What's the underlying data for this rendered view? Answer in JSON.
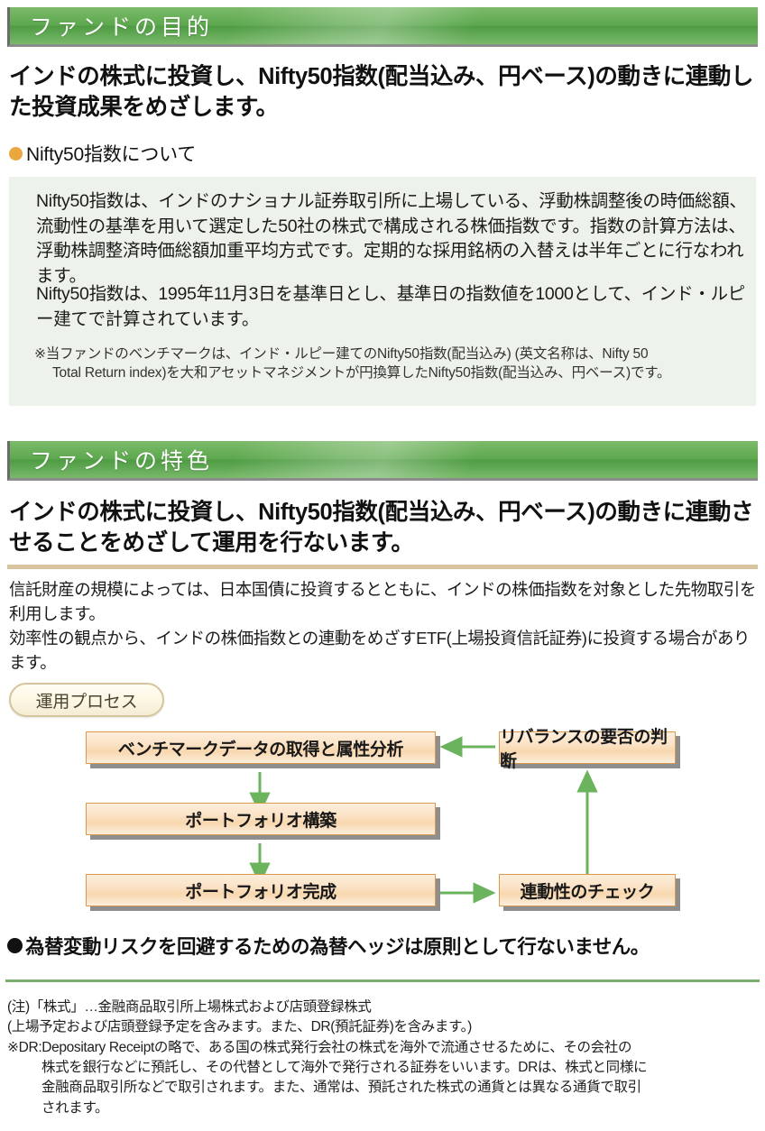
{
  "sections": [
    {
      "header": "ファンドの目的",
      "lead": "インドの株式に投資し、Nifty50指数(配当込み、円ベース)の動きに連動した投資成果をめざします。",
      "subheading": "Nifty50指数について",
      "info_box": {
        "paragraphs": [
          "Nifty50指数は、インドのナショナル証券取引所に上場している、浮動株調整後の時価総額、流動性の基準を用いて選定した50社の株式で構成される株価指数です。指数の計算方法は、浮動株調整済時価総額加重平均方式です。定期的な採用銘柄の入替えは半年ごとに行なわれます。",
          "Nifty50指数は、1995年11月3日を基準日とし、基準日の指数値を1000として、インド・ルピー建てで計算されています。"
        ],
        "note_line1": "※当ファンドのベンチマークは、インド・ルピー建てのNifty50指数(配当込み) (英文名称は、Nifty 50",
        "note_line2": "Total Return index)を大和アセットマネジメントが円換算したNifty50指数(配当込み、円ベース)です。"
      }
    },
    {
      "header": "ファンドの特色",
      "lead": "インドの株式に投資し、Nifty50指数(配当込み、円ベース)の動きに連動させることをめざして運用を行ないます。",
      "body_paragraphs": [
        "信託財産の規模によっては、日本国債に投資するとともに、インドの株価指数を対象とした先物取引を利用します。",
        "効率性の観点から、インドの株価指数との連動をめざすETF(上場投資信託証券)に投資する場合があります。"
      ],
      "process_badge": "運用プロセス",
      "final_bullet": "為替変動リスクを回避するための為替ヘッジは原則として行ないません。"
    }
  ],
  "flow_diagram": {
    "boxes": [
      {
        "id": "benchmark",
        "label": "ベンチマークデータの取得と属性分析"
      },
      {
        "id": "portfolio-build",
        "label": "ポートフォリオ構築"
      },
      {
        "id": "portfolio-done",
        "label": "ポートフォリオ完成"
      },
      {
        "id": "rebalance",
        "label": "リバランスの要否の判断"
      },
      {
        "id": "linkage-check",
        "label": "連動性のチェック"
      }
    ],
    "arrow_color": "#6cb35e"
  },
  "footnotes": {
    "line1": "(注)「株式」…金融商品取引所上場株式および店頭登録株式",
    "line2": "(上場予定および店頭登録予定を含みます。また、DR(預託証券)を含みます。)",
    "line3": "※DR:Depositary Receiptの略で、ある国の株式発行会社の株式を海外で流通させるために、その会社の",
    "line4": "株式を銀行などに預託し、その代替として海外で発行される証券をいいます。DRは、株式と同様に",
    "line5": "金融商品取引所などで取引されます。また、通常は、預託された株式の通貨とは異なる通貨で取引",
    "line6": "されます。"
  },
  "colors": {
    "header_green": "#5da84e",
    "info_box_bg": "#edf3ea",
    "bullet_orange": "#eba73f",
    "rule_tan": "#d8c49f",
    "rule_green": "#7cae6d",
    "flow_box_border": "#d99a4e",
    "arrow_green": "#6cb35e"
  }
}
